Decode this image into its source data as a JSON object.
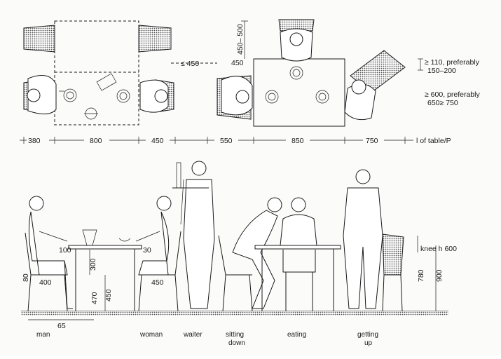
{
  "plan_dims": {
    "d380": "380",
    "d800": "800",
    "d450": "450",
    "d550": "550",
    "d850": "850",
    "d750": "750",
    "table_p": "l of table/P",
    "le450": "≤ 450",
    "v450_500": "450–\n500",
    "top450": "450",
    "note1a": "≥ 110, preferably",
    "note1b": "150–200",
    "note2a": "≥ 600, preferably",
    "note2b": "650≥ 750"
  },
  "elev_dims": {
    "d100": "100",
    "d30": "30",
    "d300": "300",
    "d80": "80",
    "d400": "400",
    "d470": "470",
    "d450": "450",
    "d450b": "450",
    "d65": "65",
    "knee": "knee h 600",
    "d780": "780",
    "d900": "900"
  },
  "captions": {
    "man": "man",
    "woman": "woman",
    "waiter": "waiter",
    "sitting": "sitting",
    "down": "down",
    "eating": "eating",
    "getting": "getting",
    "up": "up"
  }
}
